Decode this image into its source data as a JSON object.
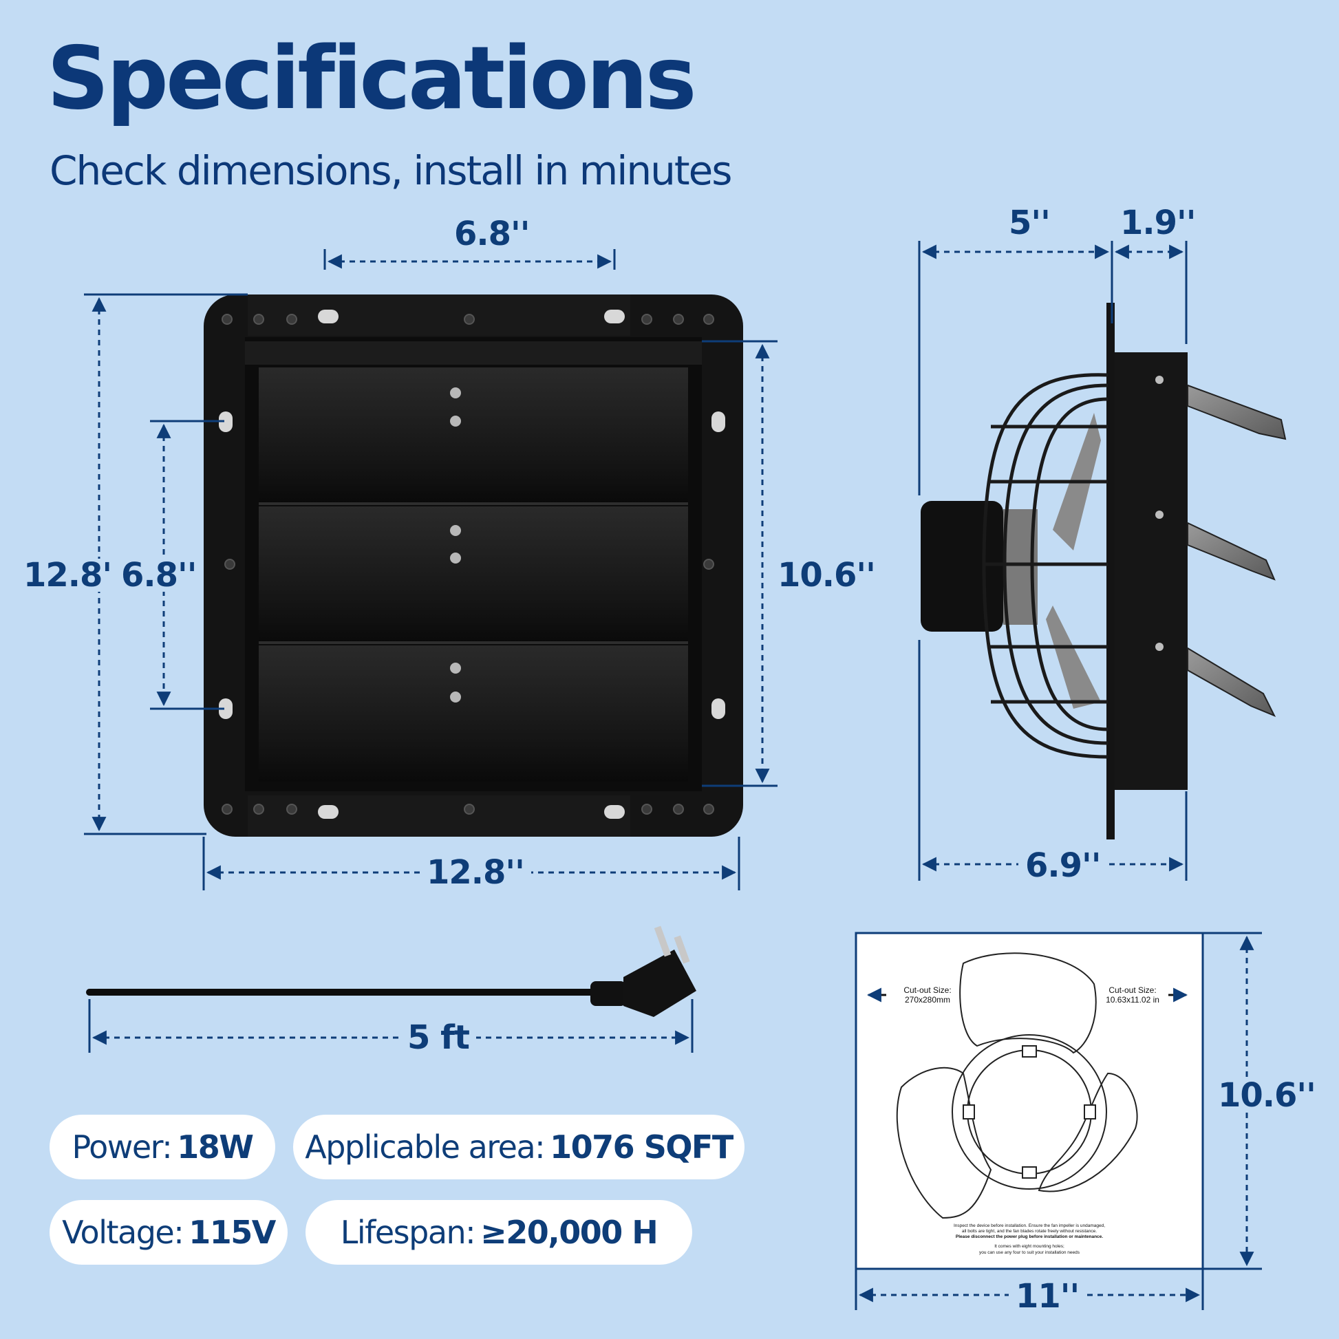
{
  "header": {
    "title": "Specifications",
    "subtitle": "Check dimensions, install in minutes"
  },
  "front_view": {
    "hole_spacing_top": "6.8''",
    "overall_height": "12.8''",
    "hole_spacing_side": "6.8''",
    "shutter_height": "10.6''",
    "overall_width": "12.8''"
  },
  "side_view": {
    "depth_front": "5''",
    "depth_back": "1.9''",
    "total_depth": "6.9''"
  },
  "power_cord": {
    "length": "5 ft"
  },
  "template": {
    "cutout_left_label": "Cut-out Size:",
    "cutout_left_value": "270x280mm",
    "cutout_right_label": "Cut-out Size:",
    "cutout_right_value": "10.63x11.02 in",
    "note_line1": "Inspect the device before installation. Ensure the fan impeller is undamaged,",
    "note_line2": "all bolts are tight, and the fan blades rotate freely without resistance.",
    "note_line3": "Please disconnect the power plug before installation or maintenance.",
    "note_line4": "It comes with eight mounting holes;",
    "note_line5": "you can use any four to suit your installation needs",
    "height": "10.6''",
    "width": "11''"
  },
  "specs": {
    "power_label": "Power:",
    "power_value": "18W",
    "area_label": "Applicable area:",
    "area_value": "1076 SQFT",
    "voltage_label": "Voltage:",
    "voltage_value": "115V",
    "lifespan_label": "Lifespan:",
    "lifespan_value": "≥20,000 H"
  },
  "colors": {
    "background": "#c3dcf4",
    "brand_navy": "#0c3878",
    "fan_body": "#141414"
  }
}
